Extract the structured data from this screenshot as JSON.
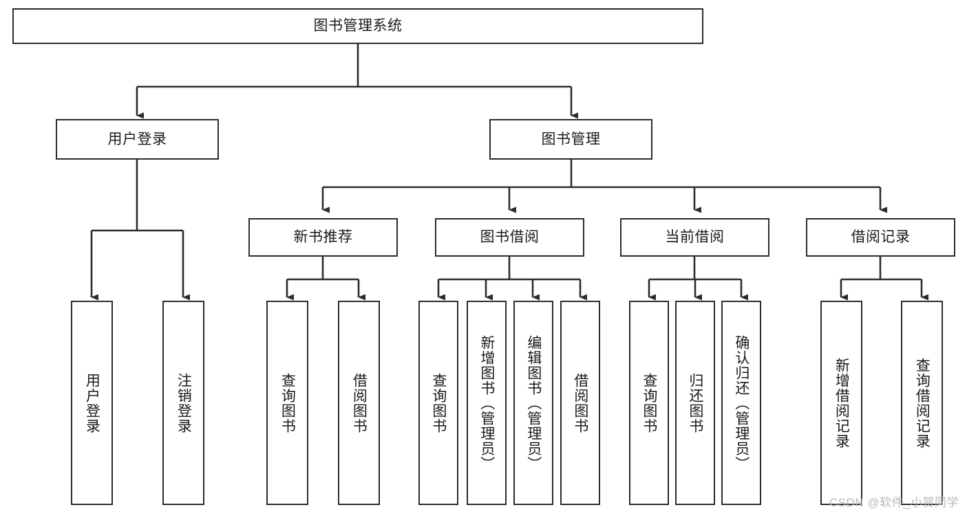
{
  "diagram": {
    "title_node": {
      "label": "图书管理系统"
    },
    "level2": [
      {
        "id": "user-login",
        "label": "用户登录"
      },
      {
        "id": "book-manage",
        "label": "图书管理"
      }
    ],
    "level3": [
      {
        "id": "new-book-recommend",
        "label": "新书推荐"
      },
      {
        "id": "book-borrow",
        "label": "图书借阅"
      },
      {
        "id": "current-borrow",
        "label": "当前借阅"
      },
      {
        "id": "borrow-record",
        "label": "借阅记录"
      }
    ],
    "leaves": {
      "user_login": [
        {
          "id": "leaf-user-login",
          "label": "用户登录"
        },
        {
          "id": "leaf-logout-login",
          "label": "注销登录"
        }
      ],
      "new_book_recommend": [
        {
          "id": "leaf-query-book-1",
          "label": "查询图书"
        },
        {
          "id": "leaf-borrow-book-1",
          "label": "借阅图书"
        }
      ],
      "book_borrow": [
        {
          "id": "leaf-query-book-2",
          "label": "查询图书"
        },
        {
          "id": "leaf-add-book",
          "label": "新增图书（管理员）"
        },
        {
          "id": "leaf-edit-book",
          "label": "编辑图书（管理员）"
        },
        {
          "id": "leaf-borrow-book-2",
          "label": "借阅图书"
        }
      ],
      "current_borrow": [
        {
          "id": "leaf-query-book-3",
          "label": "查询图书"
        },
        {
          "id": "leaf-return-book",
          "label": "归还图书"
        },
        {
          "id": "leaf-confirm-return",
          "label": "确认归还（管理员）"
        }
      ],
      "borrow_record": [
        {
          "id": "leaf-add-record",
          "label": "新增借阅记录"
        },
        {
          "id": "leaf-query-record",
          "label": "查询借阅记录"
        }
      ]
    }
  },
  "watermark": {
    "text": "CSDN @软件_小贺同学"
  },
  "colors": {
    "stroke": "#2b2b2b",
    "box_fill": "#ffffff",
    "text": "#1a1a1a",
    "watermark": "#b9b9b9",
    "background": "#ffffff"
  }
}
